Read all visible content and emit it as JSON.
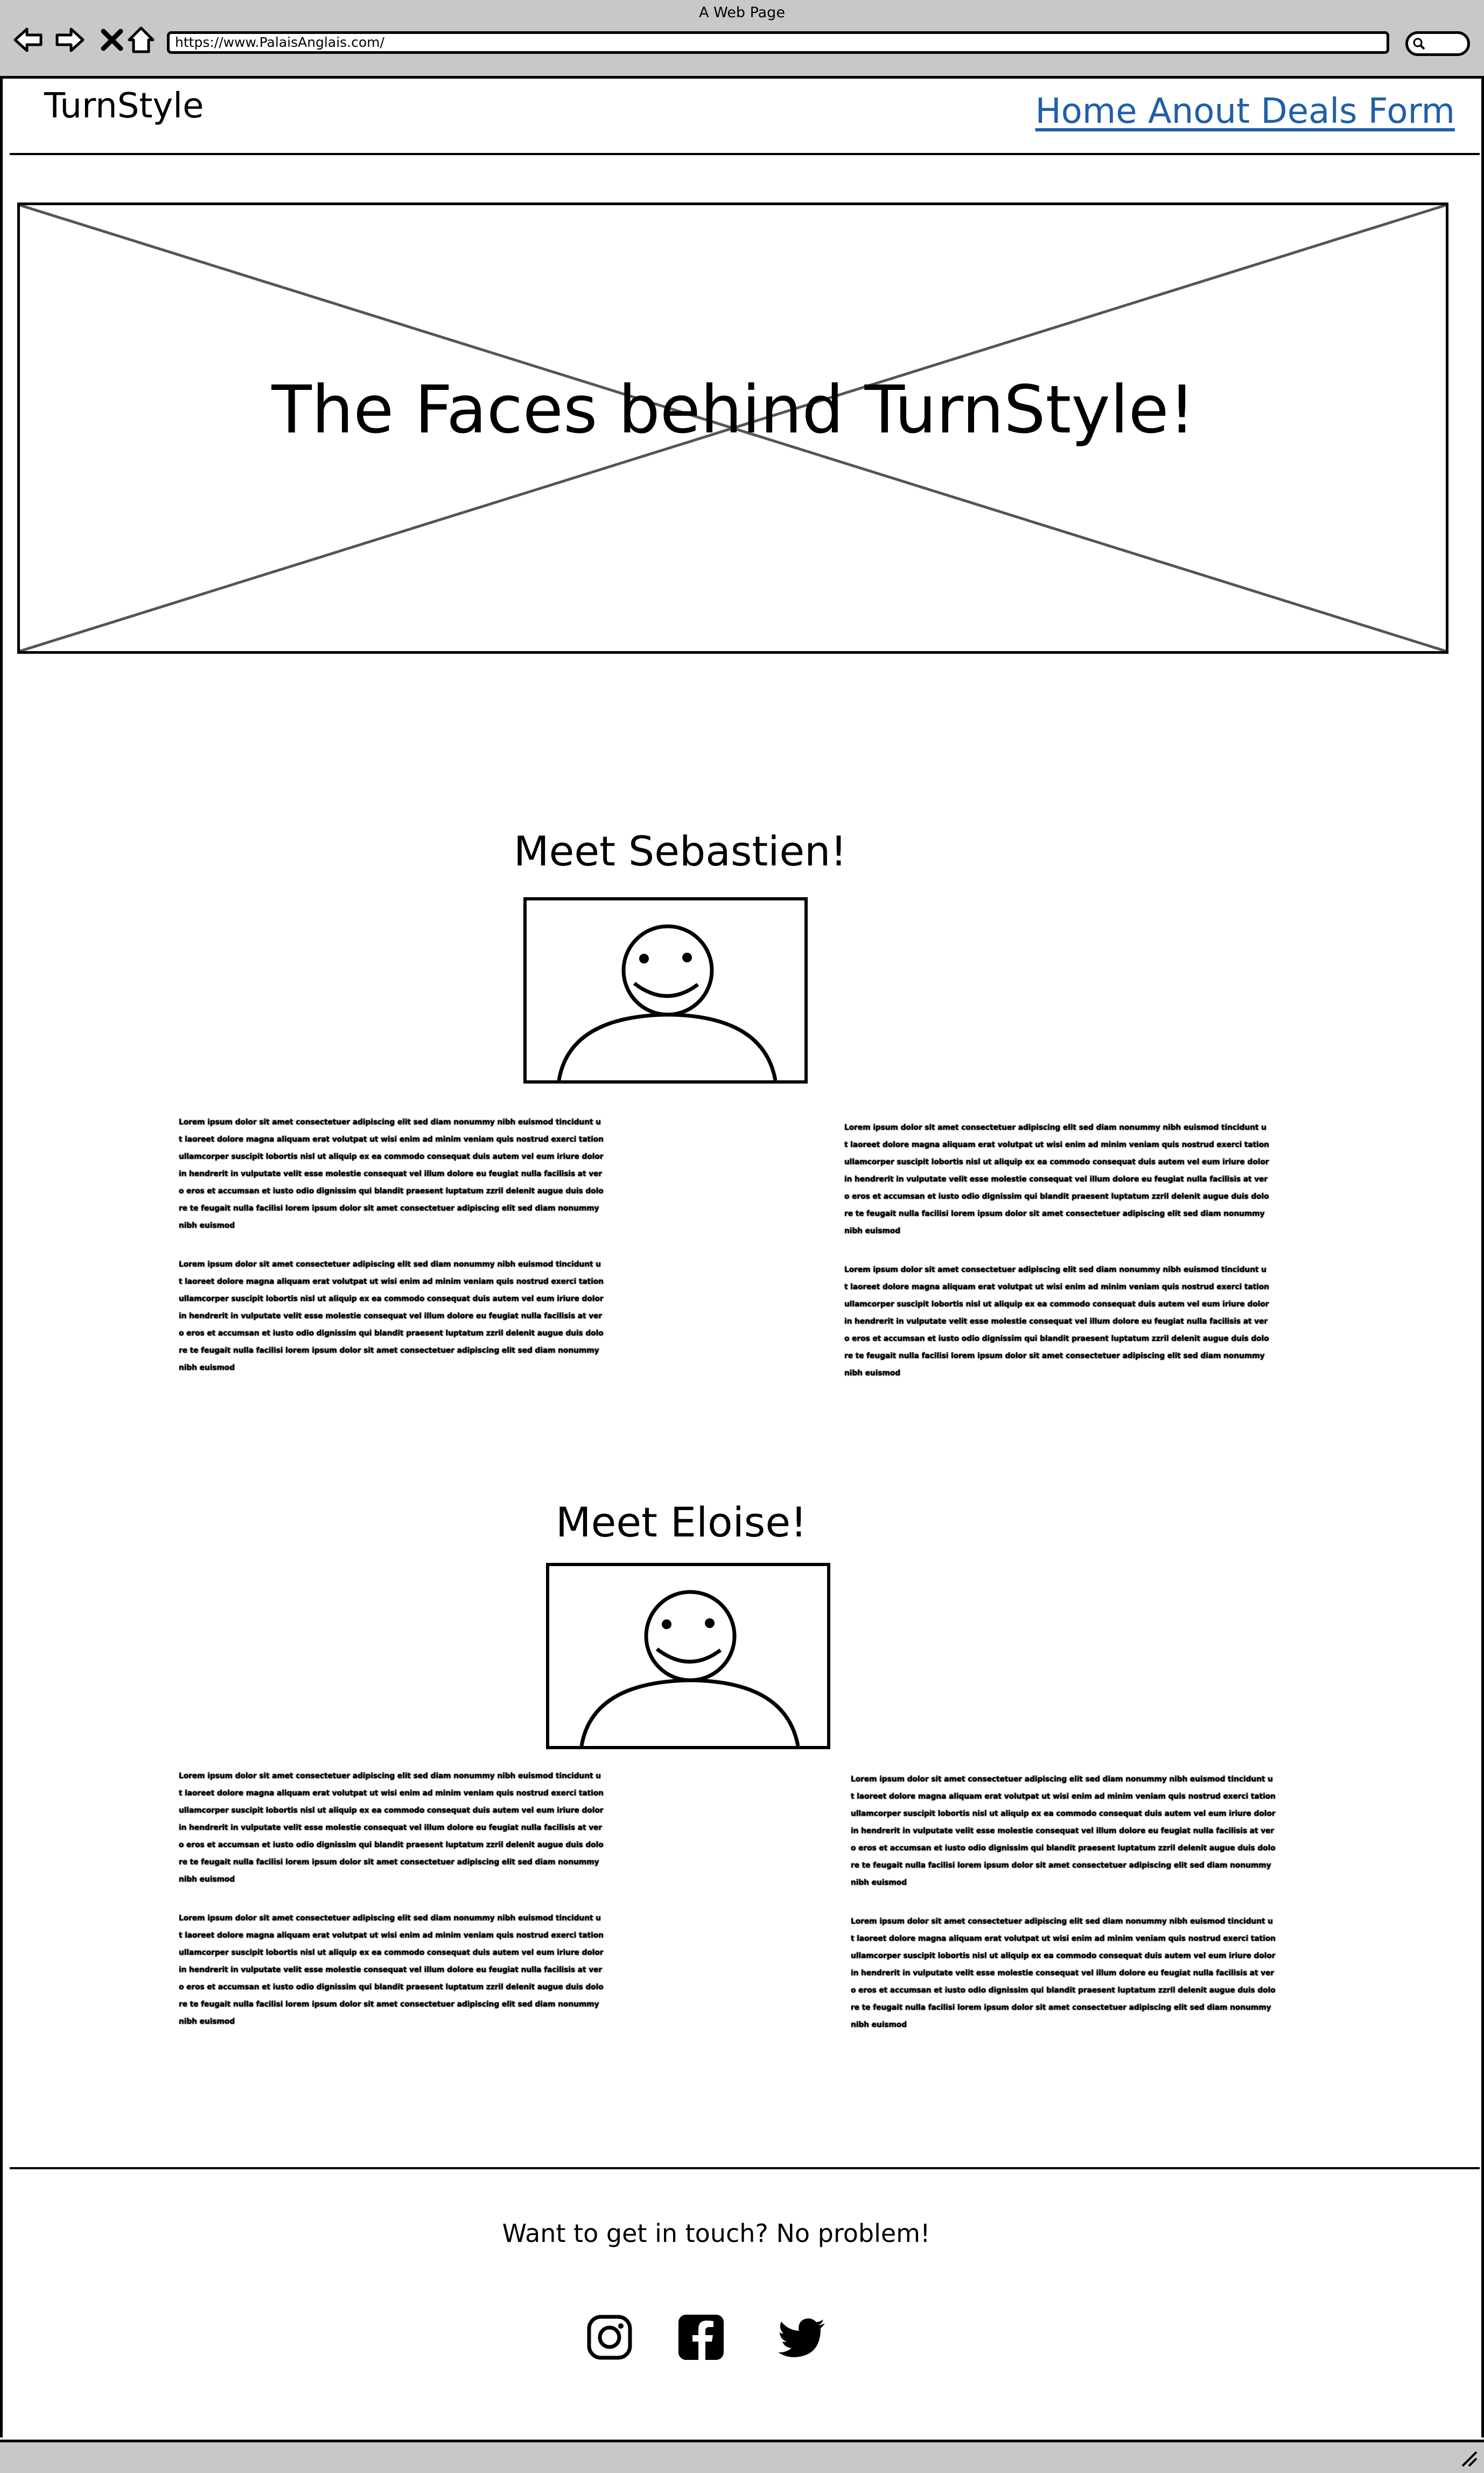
{
  "window": {
    "title": "A Web Page",
    "url": "https://www.PalaisAnglais.com/"
  },
  "header": {
    "brand": "TurnStyle",
    "nav_links": "Home Anout Deals Form"
  },
  "hero": {
    "title": "The Faces behind TurnStyle!"
  },
  "people": [
    {
      "name": "Meet Sebastien!",
      "text": "Lorem ipsum dolor sit amet consectetuer adipiscing elit sed diam nonummy nibh euismod tincidunt ut laoreet dolore magna aliquam erat volutpat ut wisi enim ad minim veniam quis nostrud exerci tation ullamcorper suscipit lobortis nisl ut aliquip ex ea commodo consequat duis autem vel eum iriure dolor in hendrerit in vulputate velit esse molestie consequat vel illum dolore eu feugiat nulla facilisis at vero eros et accumsan et iusto odio dignissim qui blandit praesent luptatum zzril delenit augue duis dolore te feugait nulla facilisi lorem ipsum dolor sit amet consectetuer adipiscing elit sed diam nonummy nibh euismod"
    },
    {
      "name": "Meet Eloise!",
      "text": "Lorem ipsum dolor sit amet consectetuer adipiscing elit sed diam nonummy nibh euismod tincidunt ut laoreet dolore magna aliquam erat volutpat ut wisi enim ad minim veniam quis nostrud exerci tation ullamcorper suscipit lobortis nisl ut aliquip ex ea commodo consequat duis autem vel eum iriure dolor in hendrerit in vulputate velit esse molestie consequat vel illum dolore eu feugiat nulla facilisis at vero eros et accumsan et iusto odio dignissim qui blandit praesent luptatum zzril delenit augue duis dolore te feugait nulla facilisi lorem ipsum dolor sit amet consectetuer adipiscing elit sed diam nonummy nibh euismod"
    }
  ],
  "footer": {
    "text": "Want to get in touch? No problem!",
    "social_icons": [
      "instagram-icon",
      "facebook-icon",
      "twitter-icon"
    ]
  },
  "colors": {
    "link": "#1f5fa8",
    "chrome": "#c8c8c8",
    "ink": "#000000"
  }
}
